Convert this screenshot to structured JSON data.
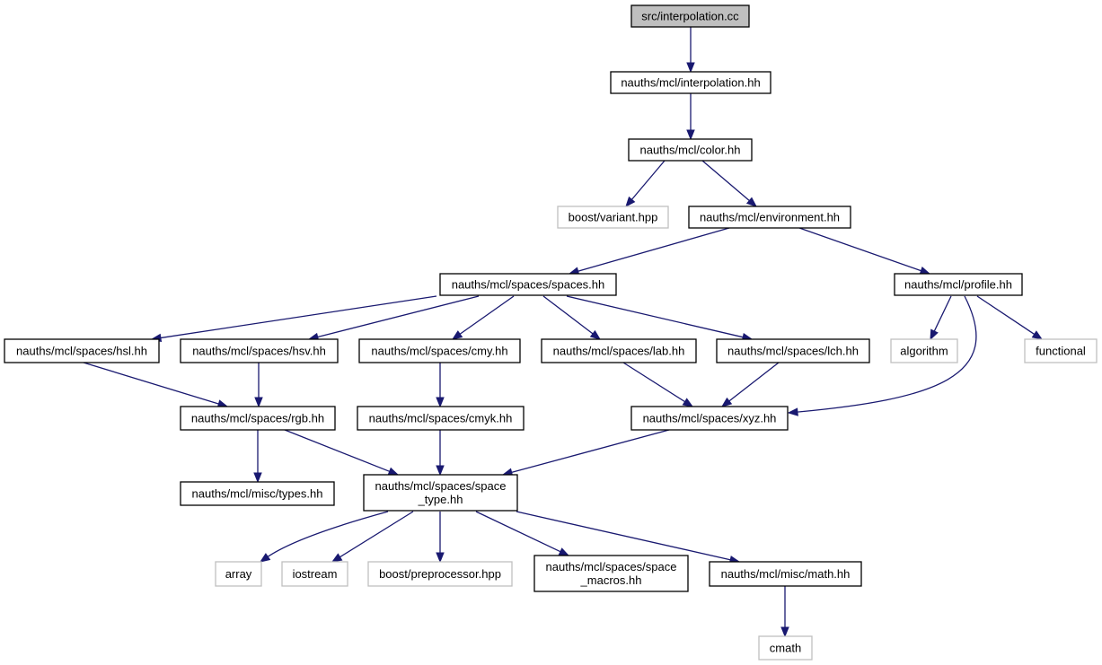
{
  "diagram": {
    "colors": {
      "edge": "#191970",
      "root_fill": "#bfbfbf",
      "node_border": "#000000",
      "external_border": "#bfbfbf",
      "background": "#ffffff"
    },
    "nodes": [
      {
        "id": "interp_cc",
        "label": [
          "src/interpolation.cc"
        ],
        "kind": "root"
      },
      {
        "id": "interp_hh",
        "label": [
          "nauths/mcl/interpolation.hh"
        ],
        "kind": "internal"
      },
      {
        "id": "color",
        "label": [
          "nauths/mcl/color.hh"
        ],
        "kind": "internal"
      },
      {
        "id": "variant",
        "label": [
          "boost/variant.hpp"
        ],
        "kind": "external"
      },
      {
        "id": "environment",
        "label": [
          "nauths/mcl/environment.hh"
        ],
        "kind": "internal"
      },
      {
        "id": "spaces",
        "label": [
          "nauths/mcl/spaces/spaces.hh"
        ],
        "kind": "internal"
      },
      {
        "id": "profile",
        "label": [
          "nauths/mcl/profile.hh"
        ],
        "kind": "internal"
      },
      {
        "id": "hsl",
        "label": [
          "nauths/mcl/spaces/hsl.hh"
        ],
        "kind": "internal"
      },
      {
        "id": "hsv",
        "label": [
          "nauths/mcl/spaces/hsv.hh"
        ],
        "kind": "internal"
      },
      {
        "id": "cmy",
        "label": [
          "nauths/mcl/spaces/cmy.hh"
        ],
        "kind": "internal"
      },
      {
        "id": "lab",
        "label": [
          "nauths/mcl/spaces/lab.hh"
        ],
        "kind": "internal"
      },
      {
        "id": "lch",
        "label": [
          "nauths/mcl/spaces/lch.hh"
        ],
        "kind": "internal"
      },
      {
        "id": "algorithm",
        "label": [
          "algorithm"
        ],
        "kind": "external"
      },
      {
        "id": "functional",
        "label": [
          "functional"
        ],
        "kind": "external"
      },
      {
        "id": "rgb",
        "label": [
          "nauths/mcl/spaces/rgb.hh"
        ],
        "kind": "internal"
      },
      {
        "id": "cmyk",
        "label": [
          "nauths/mcl/spaces/cmyk.hh"
        ],
        "kind": "internal"
      },
      {
        "id": "xyz",
        "label": [
          "nauths/mcl/spaces/xyz.hh"
        ],
        "kind": "internal"
      },
      {
        "id": "types",
        "label": [
          "nauths/mcl/misc/types.hh"
        ],
        "kind": "internal"
      },
      {
        "id": "space_type",
        "label": [
          "nauths/mcl/spaces/space",
          "_type.hh"
        ],
        "kind": "internal"
      },
      {
        "id": "array",
        "label": [
          "array"
        ],
        "kind": "external"
      },
      {
        "id": "iostream",
        "label": [
          "iostream"
        ],
        "kind": "external"
      },
      {
        "id": "preprocessor",
        "label": [
          "boost/preprocessor.hpp"
        ],
        "kind": "external"
      },
      {
        "id": "space_macros",
        "label": [
          "nauths/mcl/spaces/space",
          "_macros.hh"
        ],
        "kind": "internal"
      },
      {
        "id": "math",
        "label": [
          "nauths/mcl/misc/math.hh"
        ],
        "kind": "internal"
      },
      {
        "id": "cmath",
        "label": [
          "cmath"
        ],
        "kind": "external"
      }
    ],
    "edges": [
      {
        "from": "interp_cc",
        "to": "interp_hh"
      },
      {
        "from": "interp_hh",
        "to": "color"
      },
      {
        "from": "color",
        "to": "variant"
      },
      {
        "from": "color",
        "to": "environment"
      },
      {
        "from": "environment",
        "to": "spaces"
      },
      {
        "from": "environment",
        "to": "profile"
      },
      {
        "from": "spaces",
        "to": "hsl"
      },
      {
        "from": "spaces",
        "to": "hsv"
      },
      {
        "from": "spaces",
        "to": "cmy"
      },
      {
        "from": "spaces",
        "to": "lab"
      },
      {
        "from": "spaces",
        "to": "lch"
      },
      {
        "from": "profile",
        "to": "algorithm"
      },
      {
        "from": "profile",
        "to": "functional"
      },
      {
        "from": "profile",
        "to": "xyz"
      },
      {
        "from": "hsl",
        "to": "rgb"
      },
      {
        "from": "hsv",
        "to": "rgb"
      },
      {
        "from": "cmy",
        "to": "cmyk"
      },
      {
        "from": "lab",
        "to": "xyz"
      },
      {
        "from": "lch",
        "to": "xyz"
      },
      {
        "from": "rgb",
        "to": "types"
      },
      {
        "from": "rgb",
        "to": "space_type"
      },
      {
        "from": "cmyk",
        "to": "space_type"
      },
      {
        "from": "xyz",
        "to": "space_type"
      },
      {
        "from": "space_type",
        "to": "array"
      },
      {
        "from": "space_type",
        "to": "iostream"
      },
      {
        "from": "space_type",
        "to": "preprocessor"
      },
      {
        "from": "space_type",
        "to": "space_macros"
      },
      {
        "from": "space_type",
        "to": "math"
      },
      {
        "from": "math",
        "to": "cmath"
      }
    ]
  }
}
